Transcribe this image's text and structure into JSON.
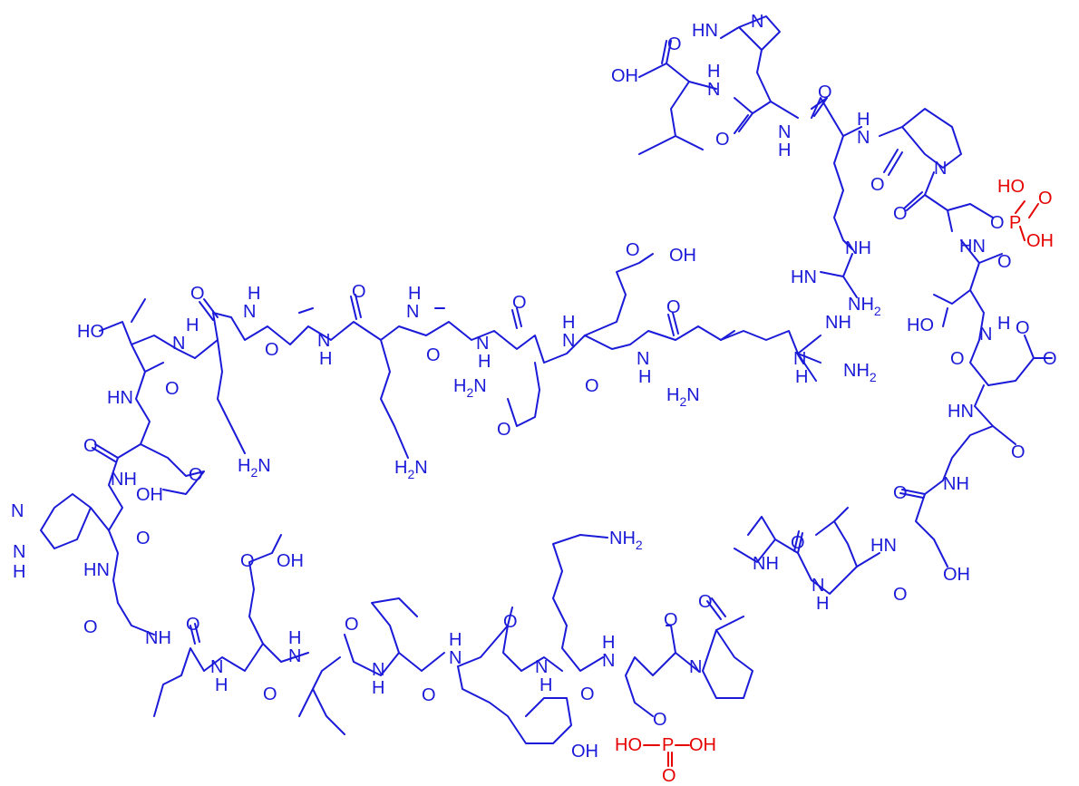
{
  "labels": {
    "oh": "OH",
    "ho": "HO",
    "nh": "NH",
    "hn": "HN",
    "hn_imid": "HN",
    "n": "N",
    "h": "H",
    "o": "O",
    "nh2": "NH",
    "h2n": "H",
    "n_sub": "N",
    "sub2": "2",
    "p": "P"
  },
  "colors": {
    "molecule": "#1a1ad8",
    "phosphate": "#e60000",
    "background": "#ffffff"
  }
}
